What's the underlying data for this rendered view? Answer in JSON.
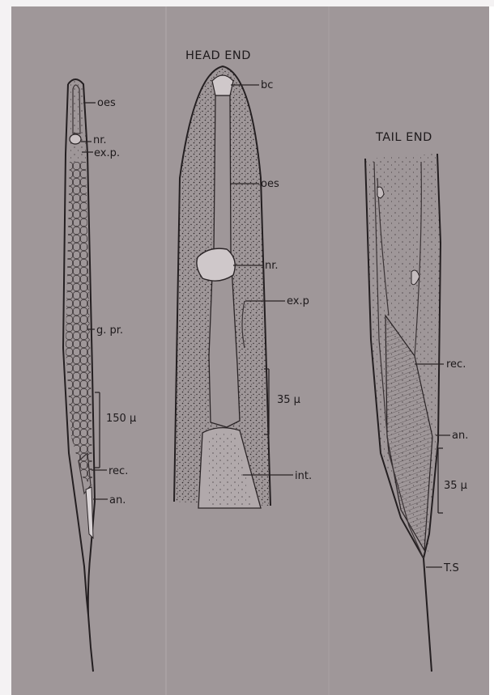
{
  "panels": {
    "whole": {
      "labels": {
        "oes": "oes",
        "nr": "nr.",
        "exp": "ex.p.",
        "gpr": "g. pr.",
        "scale": "150 μ",
        "rec": "rec.",
        "an": "an."
      }
    },
    "head": {
      "title": "HEAD END",
      "labels": {
        "bc": "bc",
        "oes": "oes",
        "nr": "nr.",
        "exp": "ex.p",
        "scale": "35 μ",
        "int": "int."
      }
    },
    "tail": {
      "title": "TAIL END",
      "labels": {
        "rec": "rec.",
        "an": "an.",
        "scale": "35 μ",
        "ts": "T.S"
      }
    }
  },
  "colors": {
    "paper": "#9f9799",
    "border": "#ffffff",
    "ink": "#1e1a1c"
  }
}
